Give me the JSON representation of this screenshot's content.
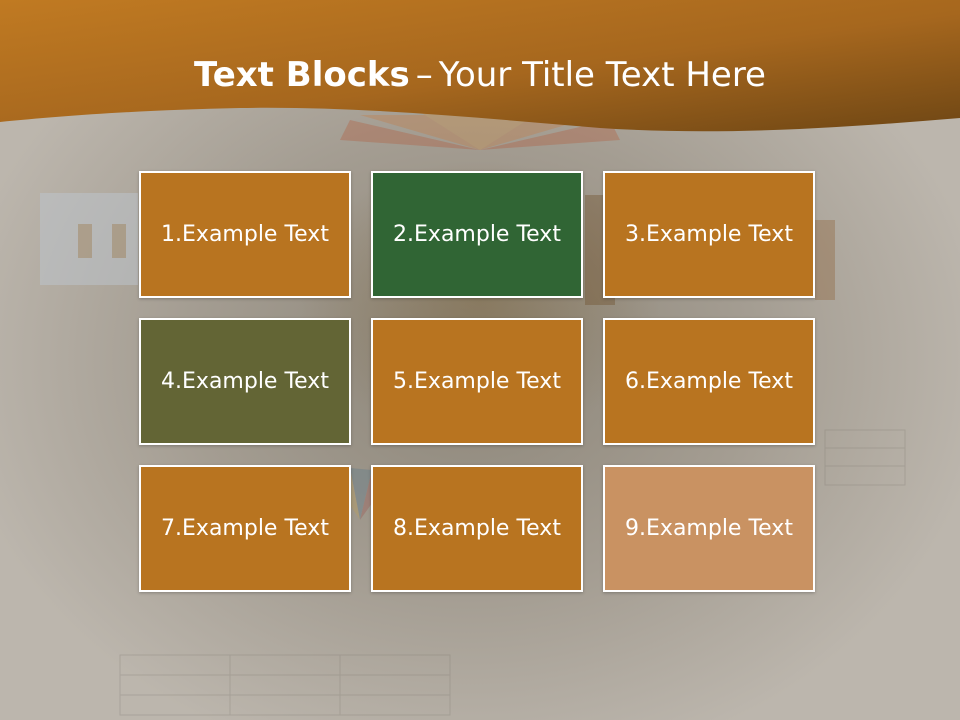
{
  "title": {
    "bold": "Text Blocks",
    "dash": "–",
    "rest": "Your Title Text Here"
  },
  "colors": {
    "header_dark": "#6e4614",
    "header_light": "#c07a22",
    "block_orange": "#b87420",
    "block_green": "#306534",
    "block_olive": "#636535",
    "block_tan": "#c99262"
  },
  "blocks": [
    {
      "label": "1.Example Text",
      "color": "#b87420"
    },
    {
      "label": "2.Example Text",
      "color": "#306534"
    },
    {
      "label": "3.Example Text",
      "color": "#b87420"
    },
    {
      "label": "4.Example Text",
      "color": "#636535"
    },
    {
      "label": "5.Example Text",
      "color": "#b87420"
    },
    {
      "label": "6.Example Text",
      "color": "#b87420"
    },
    {
      "label": "7.Example Text",
      "color": "#b87420"
    },
    {
      "label": "8.Example Text",
      "color": "#b87420"
    },
    {
      "label": "9.Example Text",
      "color": "#c99262"
    }
  ]
}
